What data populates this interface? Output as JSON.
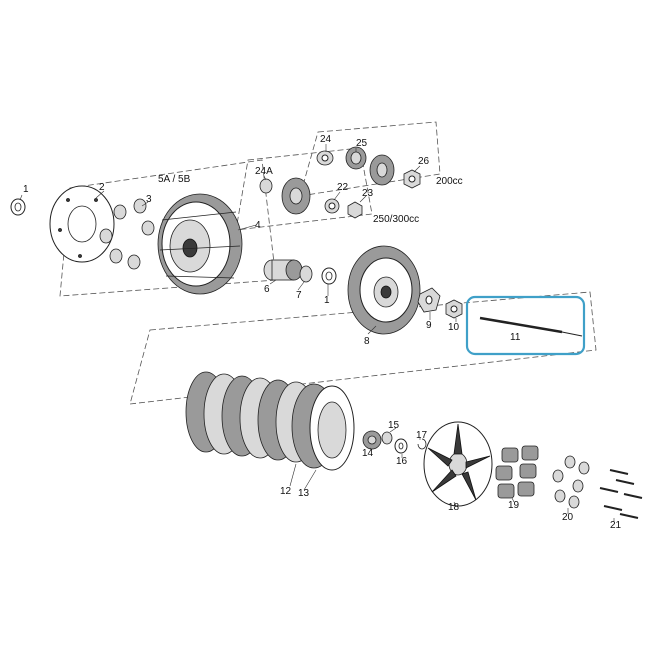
{
  "labels": {
    "p1a": "1",
    "p2": "2",
    "p3": "3",
    "p4": "4",
    "p5": "5A / 5B",
    "p24": "24",
    "p25": "25",
    "p26": "26",
    "cc200": "200cc",
    "p24a": "24A",
    "p22": "22",
    "p23": "23",
    "cc250": "250/300cc",
    "p6": "6",
    "p7": "7",
    "p1b": "1",
    "p8": "8",
    "p9": "9",
    "p10": "10",
    "p11": "11",
    "p12": "12",
    "p13": "13",
    "p14": "14",
    "p15": "15",
    "p16": "16",
    "p17": "17",
    "p18": "18",
    "p19": "19",
    "p20": "20",
    "p21": "21"
  },
  "colors": {
    "highlight": "#3fa0c8",
    "line": "#222222"
  }
}
